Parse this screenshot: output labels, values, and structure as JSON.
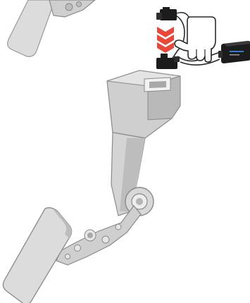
{
  "colors": {
    "background": "#ffffff",
    "pedal_light": "#d9d9d9",
    "pedal_mid": "#c4c4c4",
    "pedal_dark": "#9a9a9a",
    "pedal_outline": "#8a8a8a",
    "connector_black": "#1c1c1c",
    "chevron_red": "#e8473a",
    "wire": "#2b2b2b",
    "module_blue": "#3a78c9"
  },
  "illustration": {
    "subject": "accelerator-pedal-module-install",
    "icons": [
      "pedal-top-fragment",
      "accelerator-pedal",
      "wiring-connector-upper",
      "wiring-connector-lower",
      "down-chevrons-icon",
      "hand-icon",
      "throttle-module-icon"
    ]
  }
}
